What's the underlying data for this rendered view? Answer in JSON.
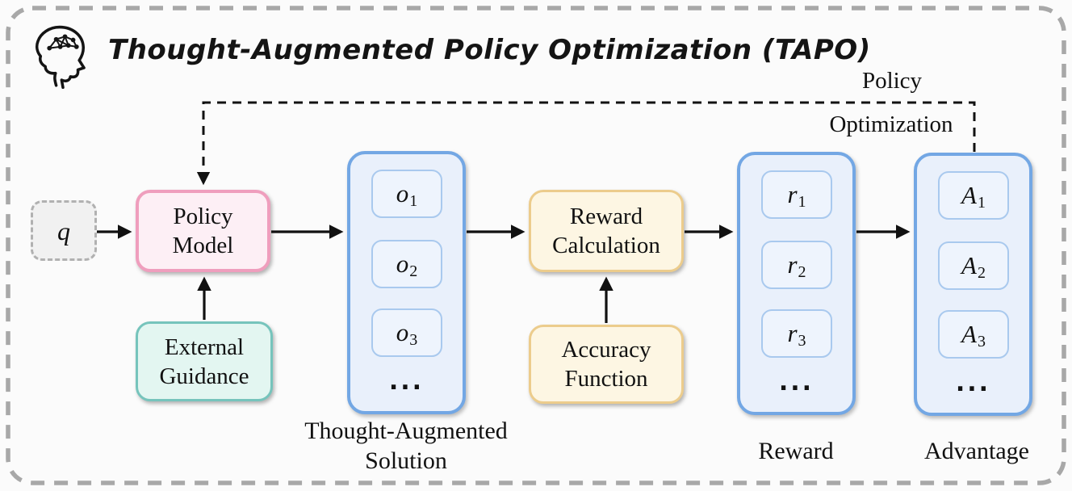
{
  "title": {
    "text": "Thought-Augmented Policy Optimization (TAPO)"
  },
  "icons": {
    "header": "brain-head-icon"
  },
  "feedback": {
    "label_line1": "Policy",
    "label_line2": "Optimization"
  },
  "nodes": {
    "query": {
      "label": "q"
    },
    "policy_model": {
      "line1": "Policy",
      "line2": "Model"
    },
    "external_guidance": {
      "line1": "External",
      "line2": "Guidance"
    },
    "reward_calculation": {
      "line1": "Reward",
      "line2": "Calculation"
    },
    "accuracy_function": {
      "line1": "Accuracy",
      "line2": "Function"
    }
  },
  "groups": {
    "solution": {
      "caption_line1": "Thought-Augmented",
      "caption_line2": "Solution",
      "items": [
        {
          "base": "o",
          "sub": "1"
        },
        {
          "base": "o",
          "sub": "2"
        },
        {
          "base": "o",
          "sub": "3"
        }
      ],
      "ellipsis": "..."
    },
    "reward": {
      "caption": "Reward",
      "items": [
        {
          "base": "r",
          "sub": "1"
        },
        {
          "base": "r",
          "sub": "2"
        },
        {
          "base": "r",
          "sub": "3"
        }
      ],
      "ellipsis": "..."
    },
    "advantage": {
      "caption": "Advantage",
      "items": [
        {
          "base": "A",
          "sub": "1"
        },
        {
          "base": "A",
          "sub": "2"
        },
        {
          "base": "A",
          "sub": "3"
        }
      ],
      "ellipsis": "..."
    }
  },
  "colors": {
    "frame_dash": "#a8a8a8",
    "arrow": "#111111",
    "pink_border": "#ef9ebd",
    "pink_fill": "#fdeff5",
    "teal_border": "#76c4bc",
    "teal_fill": "#e3f6f1",
    "yellow_border": "#eccc8c",
    "yellow_fill": "#fdf6e3",
    "blue_border": "#73a7e4",
    "blue_fill": "#e9f0fb",
    "blue_inner_border": "#a9c9ee",
    "blue_inner_fill": "#eef4fd",
    "query_border": "#b1b1b1",
    "query_fill": "#f1f1f1"
  }
}
